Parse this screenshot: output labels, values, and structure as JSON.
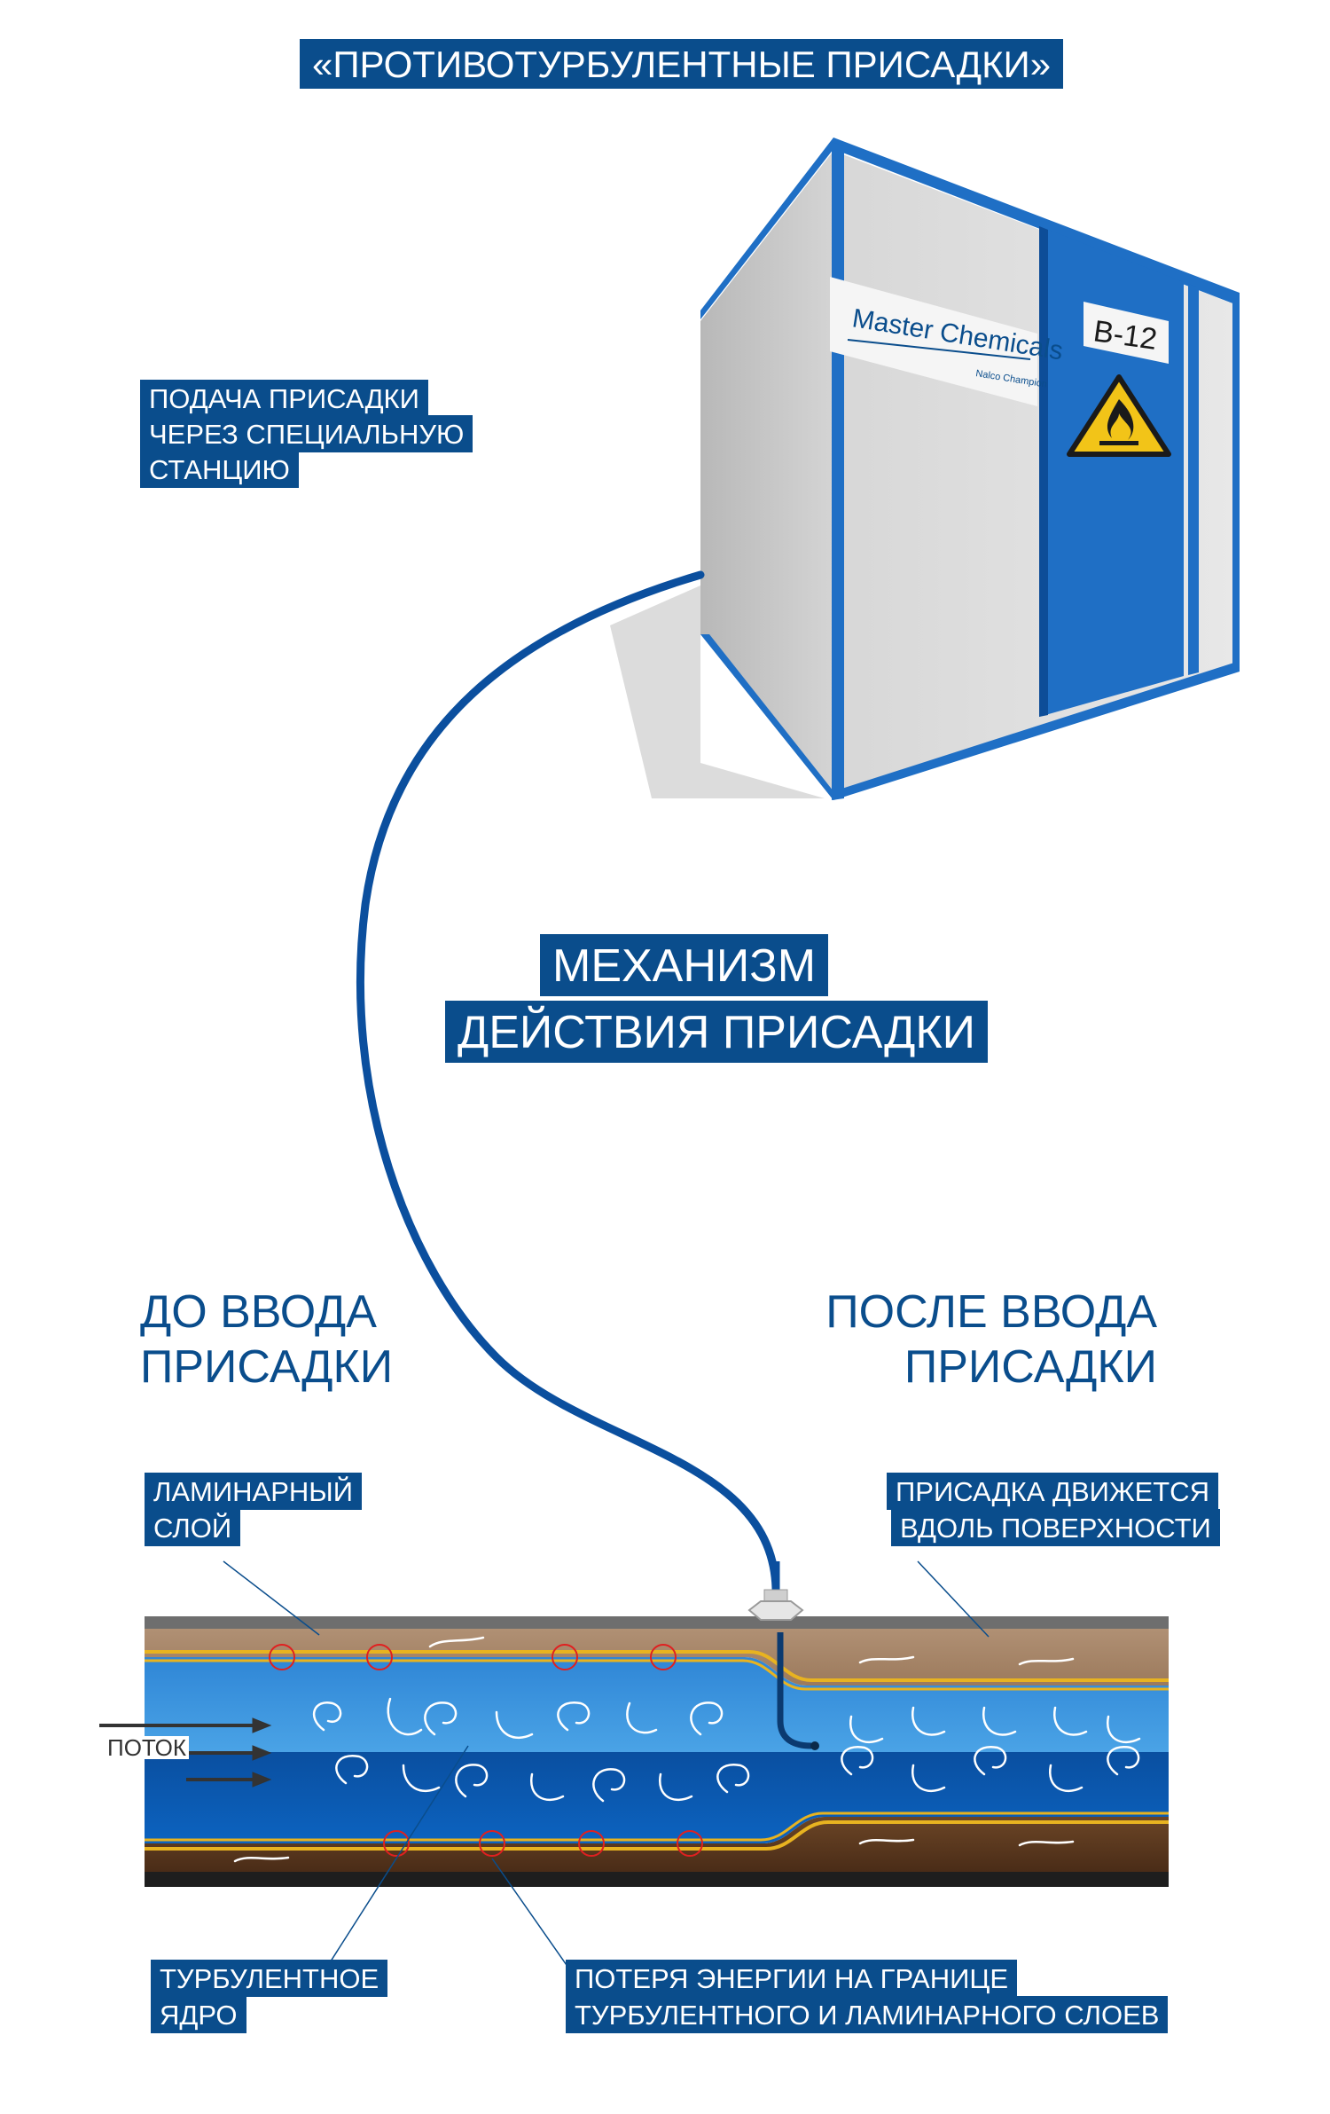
{
  "title": "«ПРОТИВОТУРБУЛЕНТНЫЕ ПРИСАДКИ»",
  "supply_label": [
    "ПОДАЧА ПРИСАДКИ",
    "ЧЕРЕЗ СПЕЦИАЛЬНУЮ",
    "СТАНЦИЮ"
  ],
  "station": {
    "brand": "Master Chemicals",
    "sub_brand": "Nalco Champion",
    "code": "B-12"
  },
  "mechanism_label": [
    "МЕХАНИЗМ",
    "ДЕЙСТВИЯ ПРИСАДКИ"
  ],
  "before_heading": [
    "ДО ВВОДА",
    "ПРИСАДКИ"
  ],
  "after_heading": [
    "ПОСЛЕ ВВОДА",
    "ПРИСАДКИ"
  ],
  "laminar_label": [
    "ЛАМИНАРНЫЙ",
    "СЛОЙ"
  ],
  "additive_label": [
    "ПРИСАДКА ДВИЖЕТСЯ",
    "ВДОЛЬ ПОВЕРХНОСТИ"
  ],
  "flow_label": "ПОТОК",
  "turbulent_label": [
    "ТУРБУЛЕНТНОЕ",
    "ЯДРО"
  ],
  "energy_label": [
    "ПОТЕРЯ ЭНЕРГИИ НА ГРАНИЦЕ",
    "ТУРБУЛЕНТНОГО И ЛАМИНАРНОГО СЛОЕВ"
  ],
  "colors": {
    "accent": "#0a4d8c",
    "station_blue": "#1f6fc5",
    "laminar": "#a88466",
    "laminar_dark": "#5a3a22",
    "turbulent_light": "#3f97dc",
    "turbulent_dark": "#0b4f9e",
    "boundary": "#e8b320",
    "energy_loss": "#e02020"
  }
}
